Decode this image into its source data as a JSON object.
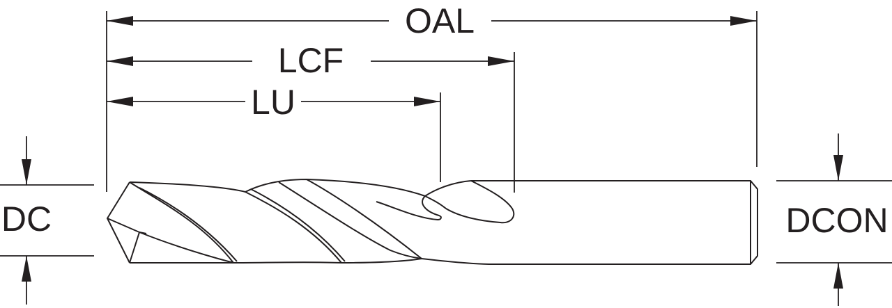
{
  "dimensions": {
    "oal": "OAL",
    "lcf": "LCF",
    "lu": "LU",
    "dc": "DC",
    "dcon": "DCON"
  },
  "colors": {
    "line": "#231f20",
    "background": "#ffffff"
  }
}
